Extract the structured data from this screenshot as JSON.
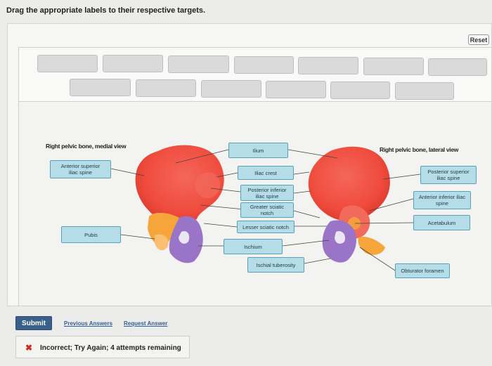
{
  "instructions": "Drag the appropriate labels to their respective targets.",
  "reset_label": "Reset",
  "left_view_title": "Right pelvic bone, medial view",
  "right_view_title": "Right pelvic bone, lateral view",
  "labels": {
    "anterior_superior": "Anterior superior\niliac spine",
    "pubis": "Pubis",
    "ilium": "Ilium",
    "iliac_crest": "Iliac crest",
    "posterior_inferior": "Posterior inferior\niliac spine",
    "greater_sciatic": "Greater sciatic\nnotch",
    "lesser_sciatic": "Lesser sciatic notch",
    "ischium": "Ischium",
    "ischial_tuberosity": "Ischial tuberosity",
    "posterior_superior": "Posterior superior\niliac spine",
    "anterior_inferior": "Anterior inferior iliac\nspine",
    "acetabulum": "Acetabulum",
    "obturator_foramen": "Obturator foramen"
  },
  "submit_label": "Submit",
  "previous_answers_label": "Previous Answers",
  "request_answer_label": "Request Answer",
  "feedback_text": "Incorrect; Try Again; 4 attempts remaining",
  "colors": {
    "bone_red": "#ef4b3c",
    "bone_orange": "#f6a53a",
    "bone_purple": "#9a74c7",
    "label_fill": "#b5dde8",
    "submit_blue": "#3a5f8a",
    "error_red": "#d2281e"
  }
}
